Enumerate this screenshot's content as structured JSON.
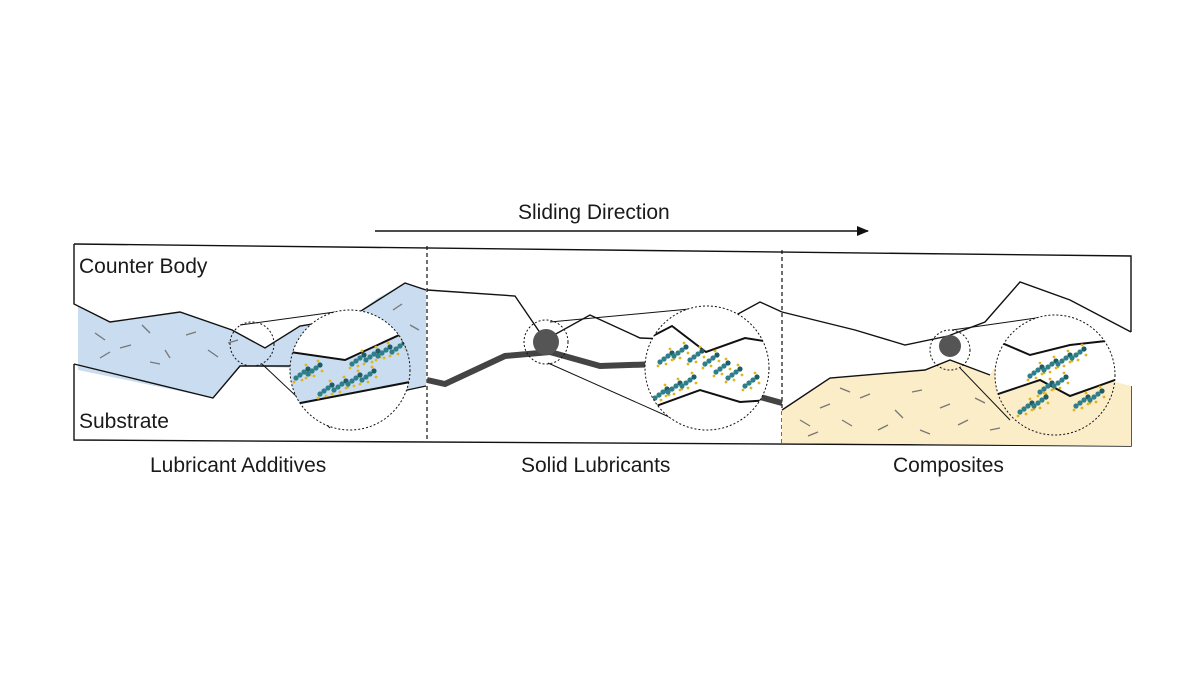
{
  "labels": {
    "sliding_direction": "Sliding Direction",
    "counter_body": "Counter Body",
    "substrate": "Substrate"
  },
  "panels": [
    {
      "name": "Lubricant Additives"
    },
    {
      "name": "Solid Lubricants"
    },
    {
      "name": "Composites"
    }
  ],
  "colors": {
    "liquid_lubricant": "#c9dcf0",
    "composite_matrix": "#fcedc9",
    "solid_particle": "#555555",
    "molecule_teal": "#2f7f8a",
    "molecule_yellow": "#e2b41a"
  },
  "icons": {
    "arrow": "right-arrow-icon"
  }
}
